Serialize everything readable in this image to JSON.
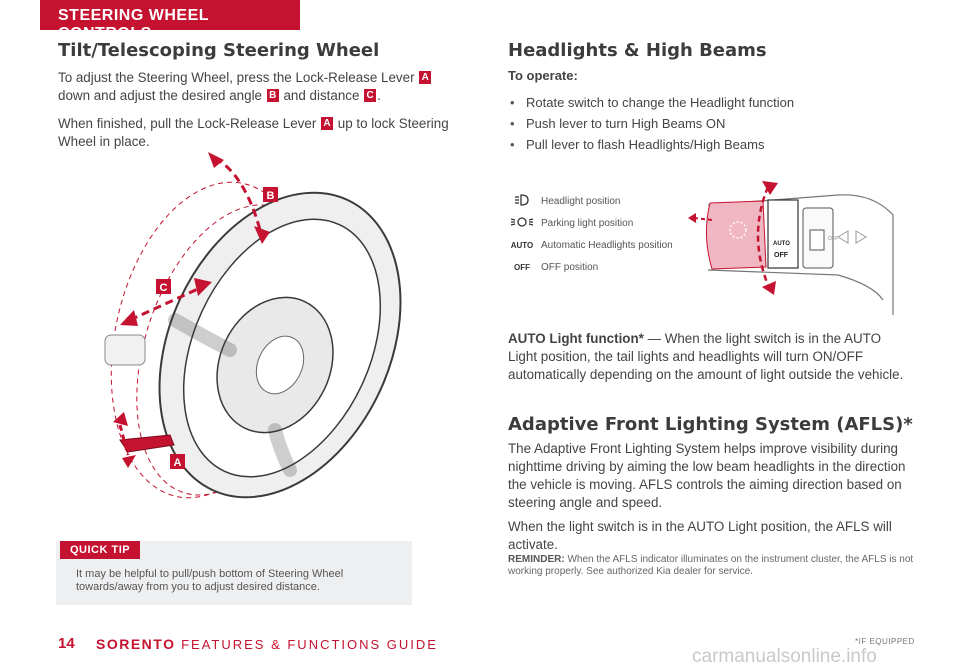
{
  "section_tab": "STEERING WHEEL CONTROLS",
  "tilt": {
    "title": "Tilt/Telescoping Steering Wheel",
    "p1_a": "To adjust the Steering Wheel, press the Lock-Release Lever",
    "p1_b": "down and adjust the desired angle",
    "p1_c": "and distance",
    "p1_d": ".",
    "p2_a": "When finished, pull the Lock-Release Lever",
    "p2_b": "up to lock Steering Wheel in place.",
    "badge_a": "A",
    "badge_b": "B",
    "badge_c": "C"
  },
  "quick_tip": {
    "label": "QUICK TIP",
    "text": "It may be helpful to pull/push bottom of Steering Wheel towards/away from you to adjust desired distance."
  },
  "headlights": {
    "title": "Headlights & High Beams",
    "subtitle": "To operate:",
    "bullets": [
      "Rotate switch to change the Headlight function",
      "Push lever to turn High Beams ON",
      "Pull lever to flash Headlights/High Beams"
    ],
    "legend": [
      {
        "symbol": "headlight-icon",
        "label": "Headlight position"
      },
      {
        "symbol": "parking-light-icon",
        "label": "Parking light position"
      },
      {
        "symbol": "AUTO",
        "label": "Automatic Headlights position"
      },
      {
        "symbol": "OFF",
        "label": "OFF position"
      }
    ],
    "auto_label": "AUTO Light function*",
    "auto_text": " — When the light switch is in the AUTO Light position, the tail lights and headlights will turn ON/OFF automatically depending on the amount of light outside the vehicle.",
    "switch_auto": "AUTO",
    "switch_off": "OFF",
    "switch_off_small": "OFF"
  },
  "afls": {
    "title": "Adaptive Front Lighting System (AFLS)*",
    "p1": "The Adaptive Front Lighting System helps improve visibility during nighttime driving by aiming the low beam headlights in the direction the vehicle is moving. AFLS controls the aiming direction based on steering angle and speed.",
    "p2": "When the light switch is in the AUTO Light position, the AFLS will activate.",
    "reminder_label": "REMINDER:",
    "reminder_text": " When the AFLS indicator illuminates on the instrument cluster, the AFLS is not working properly. See authorized Kia dealer for service."
  },
  "footer": {
    "page": "14",
    "brand": "SORENTO",
    "guide": " FEATURES & FUNCTIONS GUIDE",
    "note": "*IF EQUIPPED",
    "watermark": "carmanualsonline.info"
  },
  "colors": {
    "accent": "#c41230",
    "quick_tip_bg": "#eeeff1"
  }
}
